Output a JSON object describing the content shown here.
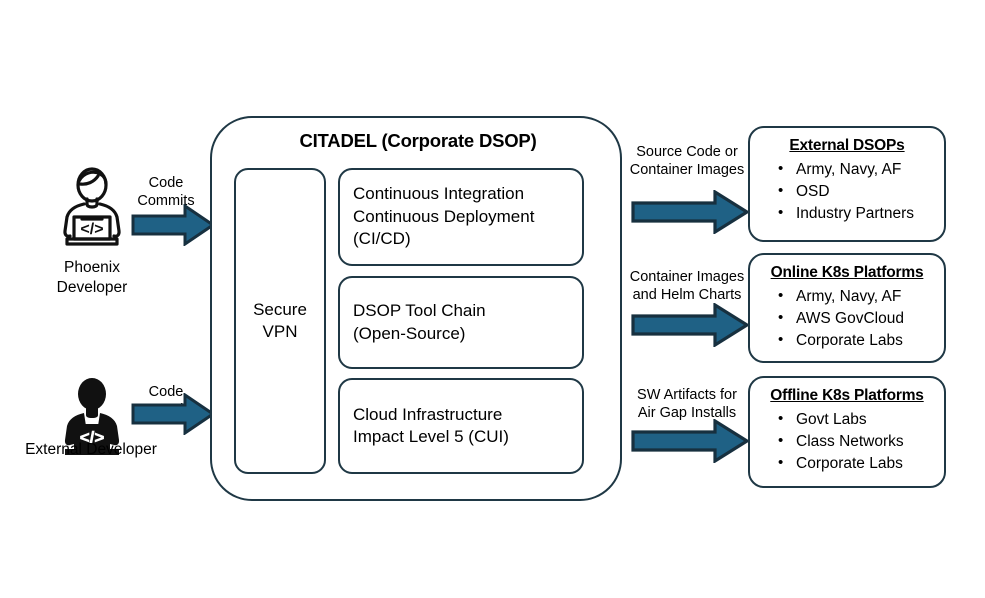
{
  "diagram": {
    "title": "CITADEL (Corporate DSOP)"
  },
  "actors": [
    {
      "id": "phoenix-developer",
      "label": "Phoenix\nDeveloper",
      "icon": "developer-outline-icon",
      "flow_label": "Code\nCommits"
    },
    {
      "id": "external-developer",
      "label": "External Developer",
      "icon": "developer-filled-icon",
      "flow_label": "Code\nCommits"
    }
  ],
  "citadel": {
    "title": "CITADEL (Corporate DSOP)",
    "vpn": {
      "label": "Secure\nVPN"
    },
    "capabilities": [
      {
        "label": "Continuous Integration\nContinuous Deployment\n(CI/CD)"
      },
      {
        "label": "DSOP Tool Chain\n(Open-Source)"
      },
      {
        "label": "Cloud Infrastructure\nImpact Level 5 (CUI)"
      }
    ]
  },
  "outputs": [
    {
      "flow_label": "Source Code or\nContainer Images",
      "title": "External DSOPs",
      "items": [
        "Army, Navy, AF",
        "OSD",
        "Industry Partners"
      ]
    },
    {
      "flow_label": "Container Images\nand Helm Charts",
      "title": "Online K8s Platforms",
      "items": [
        "Army, Navy, AF",
        "AWS GovCloud",
        "Corporate Labs"
      ]
    },
    {
      "flow_label": "SW Artifacts for\nAir Gap Installs",
      "title": "Offline K8s Platforms",
      "items": [
        "Govt Labs",
        "Class Networks",
        "Corporate Labs"
      ]
    }
  ],
  "colors": {
    "arrow_fill": "#1F6185",
    "arrow_stroke": "#17303F",
    "box_border": "#1F3845",
    "text": "#000000",
    "background": "#FFFFFF"
  }
}
